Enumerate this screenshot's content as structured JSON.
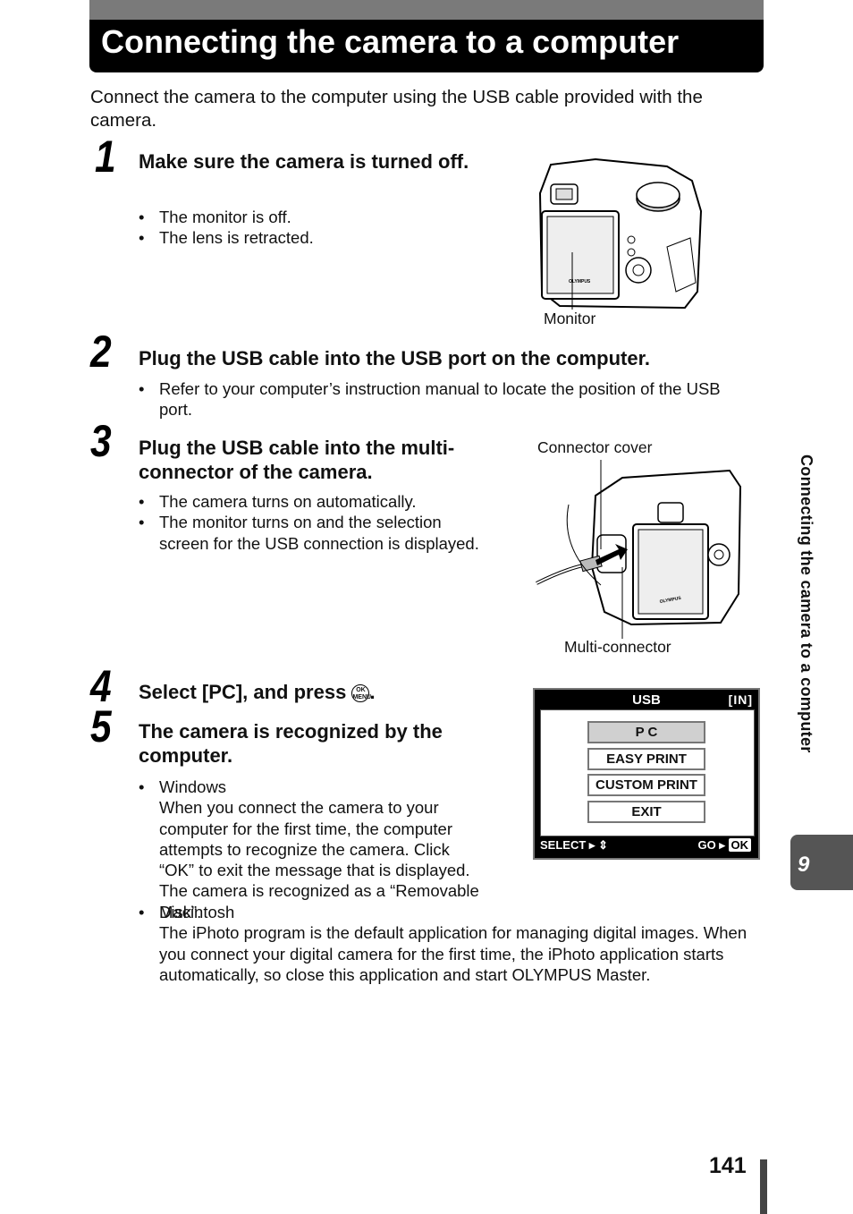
{
  "header": {
    "title": "Connecting the camera to a computer"
  },
  "intro": "Connect the camera to the computer using the USB cable provided with the camera.",
  "steps": {
    "s1": {
      "num": "1",
      "heading": "Make sure the camera is turned off.",
      "bullets": [
        "The monitor is off.",
        "The lens is retracted."
      ],
      "caption": "Monitor"
    },
    "s2": {
      "num": "2",
      "heading": "Plug the USB cable into the USB port on the computer.",
      "bullets": [
        "Refer to your computer’s instruction manual to locate the position of the USB port."
      ]
    },
    "s3": {
      "num": "3",
      "heading": "Plug the USB cable into the multi-connector of the camera.",
      "bullets": [
        "The camera turns on automatically.",
        "The monitor turns on and the selection screen for the USB connection is displayed."
      ],
      "caption_top": "Connector cover",
      "caption_bottom": "Multi-connector"
    },
    "s4": {
      "num": "4",
      "heading": "Select [PC], and press",
      "heading_end": ".",
      "icon_text_top": "OK",
      "icon_text_bottom": "MENU"
    },
    "s5": {
      "num": "5",
      "heading": "The camera is recognized by the computer.",
      "windows_label": "Windows",
      "windows_text": "When you connect the camera to your computer for the first time, the computer attempts to recognize the camera. Click “OK” to exit the message that is displayed. The camera is recognized as a “Removable Disk”.",
      "mac_label": "Macintosh",
      "mac_text": "The iPhoto program is the default application for managing digital images. When you connect your digital camera for the first time, the iPhoto application starts automatically, so close this application and start OLYMPUS Master."
    }
  },
  "usb_screen": {
    "title": "USB",
    "badge": "[IN]",
    "options": [
      "P C",
      "EASY PRINT",
      "CUSTOM PRINT",
      "EXIT"
    ],
    "footer_left": "SELECT",
    "footer_right": "GO",
    "ok_label": "OK"
  },
  "sidebar": {
    "chapter_title": "Connecting the camera to a computer",
    "chapter_num": "9"
  },
  "page_number": "141",
  "camera_brand": "OLYMPUS"
}
